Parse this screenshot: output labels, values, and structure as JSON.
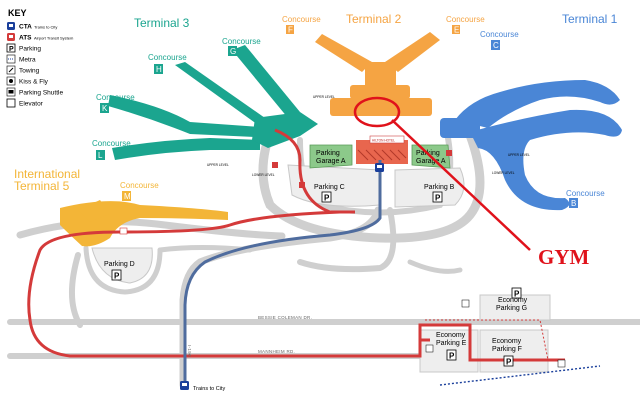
{
  "key": {
    "title": "KEY",
    "items": [
      {
        "label": "CTA",
        "sub": "Trains to City"
      },
      {
        "label": "ATS",
        "sub": "Airport Transit System"
      },
      {
        "label": "Parking"
      },
      {
        "label": "Metra"
      },
      {
        "label": "Towing"
      },
      {
        "label": "Kiss & Fly"
      },
      {
        "label": "Parking Shuttle"
      },
      {
        "label": "Elevator"
      }
    ]
  },
  "terminals": {
    "t1": "Terminal 1",
    "t2": "Terminal 2",
    "t3": "Terminal 3",
    "t5_line1": "International",
    "t5_line2": "Terminal 5"
  },
  "concourses": {
    "word": "Concourse",
    "letters": [
      "F",
      "E",
      "C",
      "G",
      "H",
      "K",
      "L",
      "M",
      "B"
    ]
  },
  "parking": {
    "garage_a": [
      "Parking",
      "Garage A"
    ],
    "lot_b": "Parking B",
    "lot_c": "Parking C",
    "lot_d": "Parking D",
    "lot_e": [
      "Economy",
      "Parking E"
    ],
    "lot_f": [
      "Economy",
      "Parking F"
    ],
    "lot_g": [
      "Economy",
      "Parking G"
    ],
    "p_symbol": "P"
  },
  "labels": {
    "hotel": "HILTON HOTEL",
    "upper_level": "UPPER LEVEL",
    "lower_level": "LOWER LEVEL",
    "trains_to_city": "Trains to City",
    "gym": "GYM"
  },
  "roads": {
    "bessie": "BESSIE COLEMAN DR.",
    "mannheim": "MANNHEIM RD.",
    "i190": "I-190"
  },
  "colors": {
    "terminal1": "#4a86d6",
    "terminal2": "#f5a443",
    "terminal3": "#1ba58f",
    "terminal5": "#f3b537",
    "parking_lot": "#eeeeee",
    "garage": "#8cc98a",
    "road": "#cfcfcf",
    "ats_line": "#d43a3a",
    "cta_line": "#4f6c9e",
    "annotation": "#e0121b",
    "metra": "#1a3f9b"
  },
  "icons": [
    "cta-icon",
    "ats-icon",
    "parking-icon",
    "metra-icon",
    "towing-icon",
    "kiss-fly-icon",
    "shuttle-icon",
    "elevator-icon"
  ]
}
